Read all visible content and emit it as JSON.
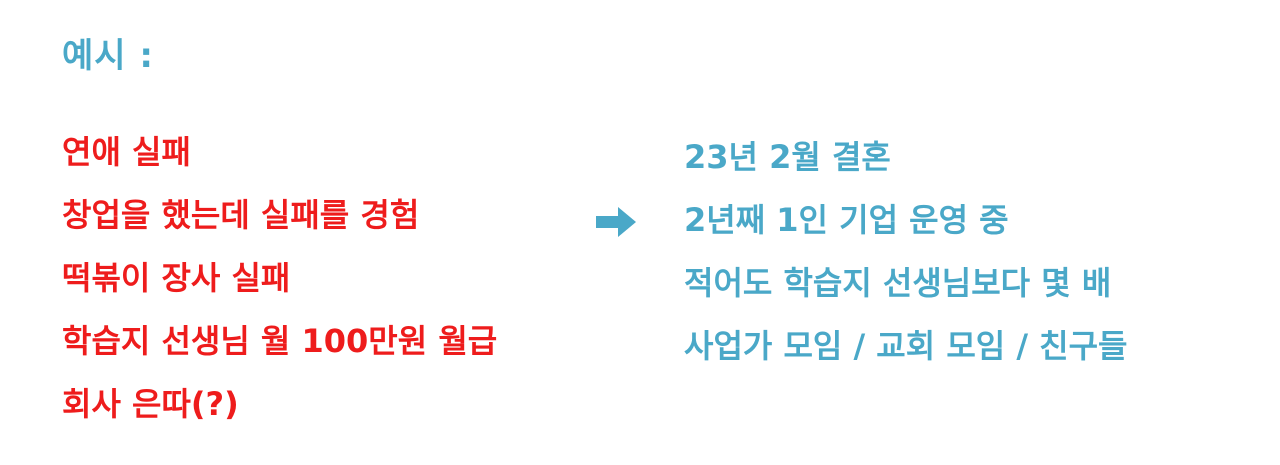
{
  "title": "예시 :",
  "colors": {
    "accent": "#4aa8c8",
    "highlight": "#ee1c1c"
  },
  "before": {
    "items": [
      "연애 실패",
      "창업을 했는데 실패를 경험",
      "떡볶이 장사 실패",
      "학습지 선생님 월 100만원 월급",
      "회사 은따(?)"
    ]
  },
  "arrow_icon": "right-arrow-icon",
  "after": {
    "items": [
      "23년 2월 결혼",
      "2년째 1인 기업 운영 중",
      "적어도 학습지 선생님보다 몇 배",
      "사업가 모임 / 교회 모임 / 친구들"
    ]
  }
}
